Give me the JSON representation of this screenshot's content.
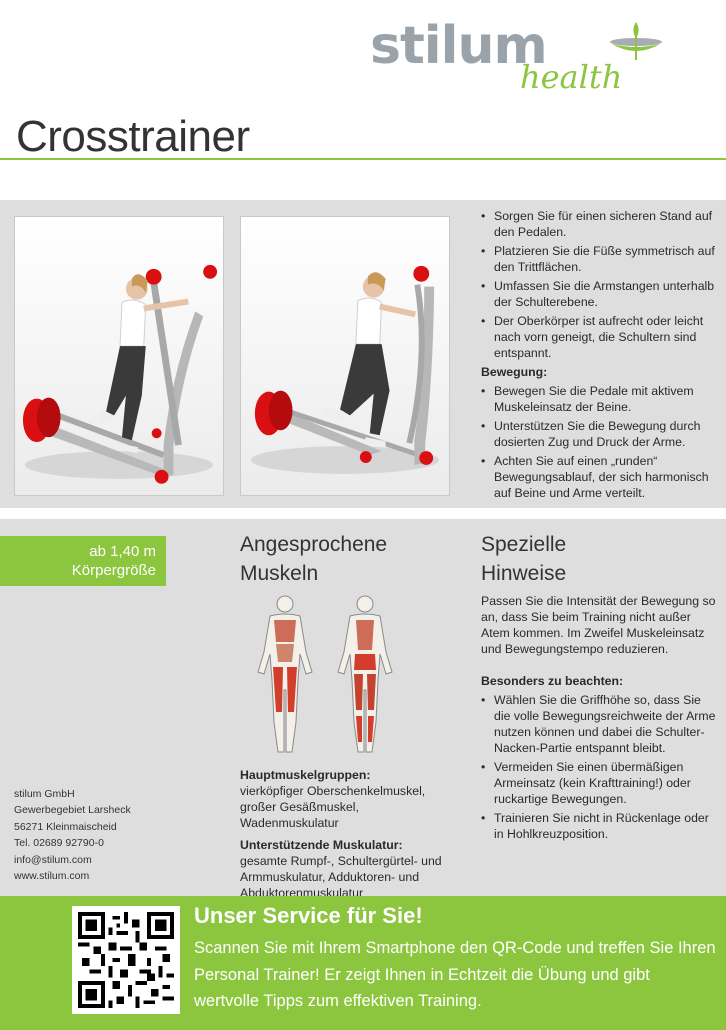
{
  "brand": {
    "name": "stilum",
    "sub": "health",
    "accent": "#8cc63f",
    "grey": "#9aa3aa"
  },
  "title": "Crosstrainer",
  "images": {
    "photo1": "crosstrainer-start-position-illustration",
    "photo2": "crosstrainer-movement-illustration",
    "muscles": "muscle-anatomy-illustration",
    "qr": "qr-code"
  },
  "instructions": {
    "start_items": [
      "Sorgen Sie für einen sicheren Stand auf den Pedalen.",
      "Platzieren Sie die Füße symmetrisch auf den Trittflächen.",
      "Umfassen Sie die Armstangen unterhalb der Schulterebene.",
      "Der Oberkörper ist aufrecht oder leicht nach vorn geneigt, die Schultern sind entspannt."
    ],
    "movement_heading": "Bewegung:",
    "movement_items": [
      "Bewegen Sie die Pedale mit aktivem Muskeleinsatz der Beine.",
      "Unterstützen Sie die Bewegung durch dosierten Zug und Druck der Arme.",
      "Achten Sie auf einen „runden“ Bewegungsablauf, der sich harmonisch auf Beine und Arme verteilt."
    ]
  },
  "height_badge": {
    "line1": "ab 1,40 m",
    "line2": "Körpergröße"
  },
  "muscles": {
    "heading_line1": "Angesprochene",
    "heading_line2": "Muskeln",
    "primary_label": "Hauptmuskelgruppen:",
    "primary_text": "vierköpfiger Oberschenkelmuskel, großer Gesäßmuskel, Wadenmuskulatur",
    "support_label": "Unterstützende Muskulatur:",
    "support_text": "gesamte Rumpf-, Schultergürtel- und Armmuskulatur, Adduktoren- und Abduktorenmuskulatur"
  },
  "notes": {
    "heading_line1": "Spezielle",
    "heading_line2": "Hinweise",
    "intro": "Passen Sie die Intensität der Bewegung so an, dass Sie beim Training nicht außer Atem kommen. Im Zweifel Muskeleinsatz und Bewegungstempo reduzieren.",
    "special_heading": "Besonders zu beachten:",
    "items": [
      "Wählen Sie die Griffhöhe so, dass Sie die volle Bewegungsreichweite der Arme nutzen können und dabei die Schulter-Nacken-Partie entspannt bleibt.",
      "Vermeiden Sie einen übermäßigen Armeinsatz (kein Krafttraining!) oder ruckartige Bewegungen.",
      "Trainieren Sie nicht in Rückenlage oder in Hohlkreuzposition."
    ]
  },
  "contact": {
    "company": "stilum GmbH",
    "street": "Gewerbegebiet Larsheck",
    "city": "56271 Kleinmaischeid",
    "phone": "Tel. 02689 92790-0",
    "email": "info@stilum.com",
    "web": "www.stilum.com"
  },
  "service": {
    "title": "Unser Service für Sie!",
    "text": "Scannen Sie mit Ihrem Smartphone den QR-Code und treffen Sie Ihren Personal Trainer! Er zeigt Ihnen in Echtzeit die Übung und gibt wertvolle Tipps zum effektiven Training."
  }
}
